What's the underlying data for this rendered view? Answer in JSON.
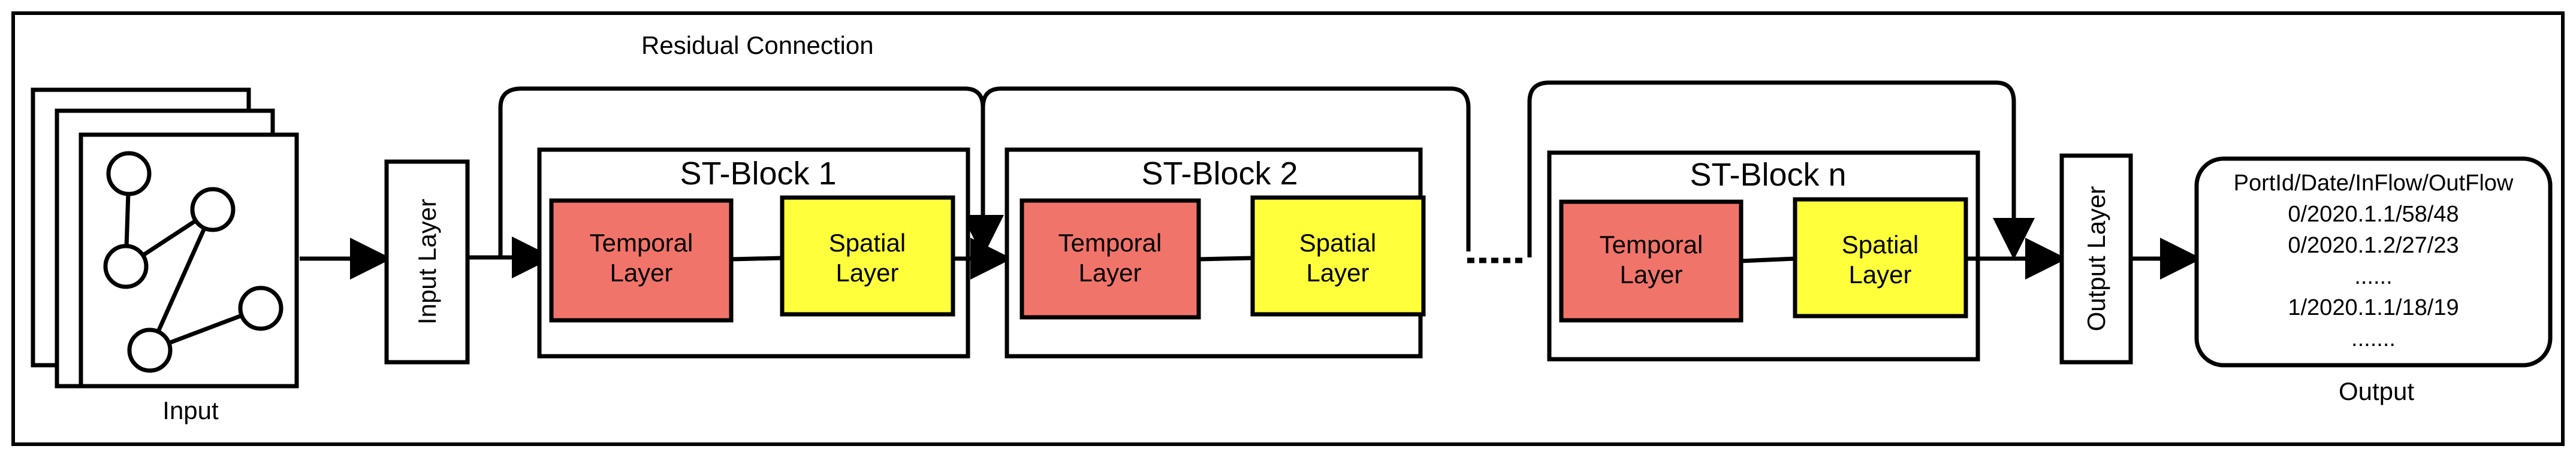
{
  "diagram": {
    "residual_label": "Residual Connection",
    "input_label": "Input",
    "input_layer_label": "Input Layer",
    "output_layer_label": "Output Layer",
    "output_label": "Output",
    "blocks": [
      {
        "title": "ST-Block 1",
        "temporal": [
          "Temporal",
          "Layer"
        ],
        "spatial": [
          "Spatial",
          "Layer"
        ]
      },
      {
        "title": "ST-Block 2",
        "temporal": [
          "Temporal",
          "Layer"
        ],
        "spatial": [
          "Spatial",
          "Layer"
        ]
      },
      {
        "title": "ST-Block n",
        "temporal": [
          "Temporal",
          "Layer"
        ],
        "spatial": [
          "Spatial",
          "Layer"
        ]
      }
    ],
    "output_data": {
      "header": "PortId/Date/InFlow/OutFlow",
      "rows": [
        "0/2020.1.1/58/48",
        "0/2020.1.2/27/23",
        "......",
        "1/2020.1.1/18/19",
        "......."
      ]
    },
    "colors": {
      "temporal_fill": "#F1746A",
      "spatial_fill": "#FFFF3C",
      "stroke": "#000000"
    }
  }
}
